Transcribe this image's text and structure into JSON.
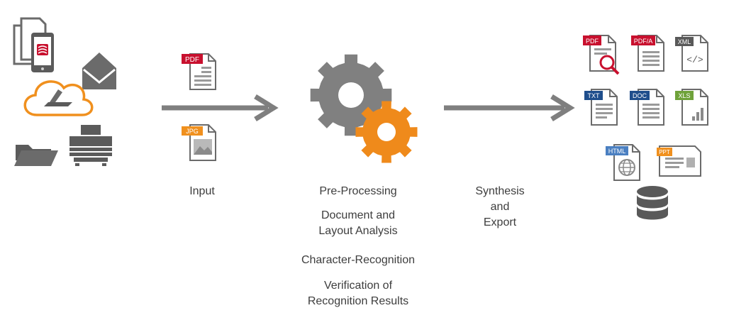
{
  "input_label": "Input",
  "processing_steps": [
    "Pre-Processing",
    "Document and\nLayout Analysis",
    "Character-Recognition",
    "Verification of\nRecognition Results"
  ],
  "output_label": "Synthesis\nand\nExport",
  "input_file_badges": {
    "pdf": "PDF",
    "jpg": "JPG"
  },
  "output_file_badges": {
    "pdf": "PDF",
    "pdfa": "PDF/A",
    "xml": "XML",
    "txt": "TXT",
    "doc": "DOC",
    "xls": "XLS",
    "html": "HTML",
    "ppt": "PPT"
  },
  "colors": {
    "gray_gear": "#808080",
    "orange_gear": "#ef8a1b",
    "arrow": "#7f7f7f",
    "icon_dark": "#595959",
    "pdf_red": "#c8102e",
    "orange": "#f0901e",
    "blue": "#1f4e8c",
    "green": "#6fa23a",
    "html_blue": "#4a7fc1"
  }
}
